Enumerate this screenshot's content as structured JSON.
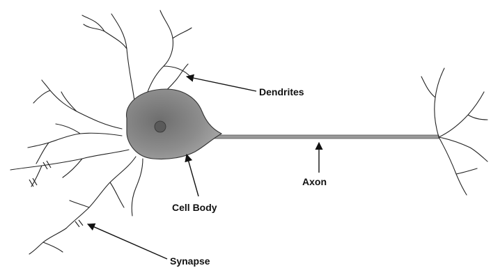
{
  "labels": {
    "dendrites": "Dendrites",
    "axon": "Axon",
    "cell_body": "Cell Body",
    "synapse": "Synapse"
  },
  "colors": {
    "line": "#222222",
    "cell_body": "#8c8c8c",
    "axon": "#9a9a9a",
    "background": "#ffffff"
  }
}
